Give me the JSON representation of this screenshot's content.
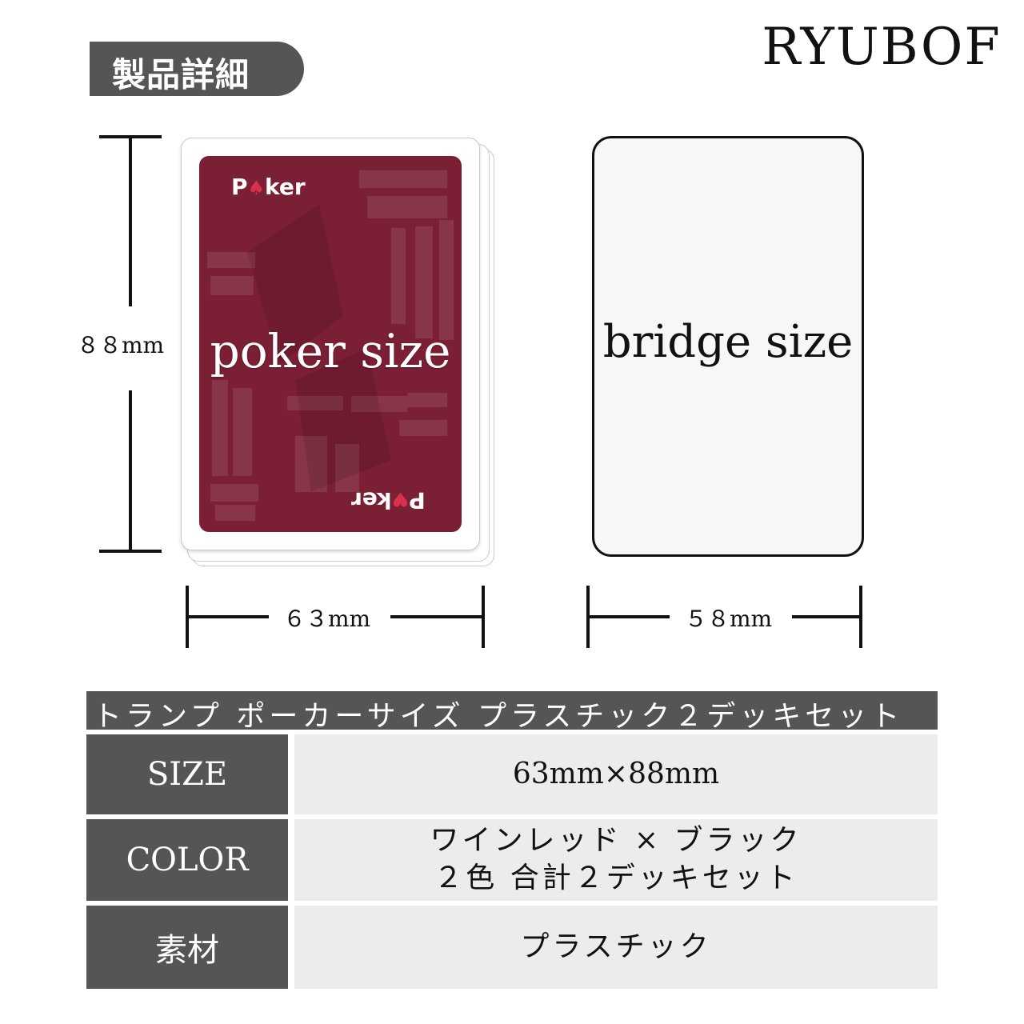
{
  "header": {
    "tab_label": "製品詳細",
    "brand": "RYUBOF"
  },
  "card_poker": {
    "logo_top": "P",
    "logo_top_rest": "ker",
    "logo_bottom": "P",
    "logo_bottom_rest": "ker",
    "size_label": "poker size",
    "height_label": "８８mm",
    "width_label": "６３mm"
  },
  "card_bridge": {
    "size_label": "bridge size",
    "width_label": "５８mm"
  },
  "spec": {
    "title": "トランプ ポーカーサイズ プラスチック２デッキセット",
    "rows": [
      {
        "label": "SIZE",
        "value": "63mm×88mm"
      },
      {
        "label": "COLOR",
        "value_line1": "ワインレッド × ブラック",
        "value_line2": "２色 合計２デッキセット"
      },
      {
        "label": "素材",
        "value": "プラスチック"
      }
    ]
  },
  "colors": {
    "dark_gray": "#555555",
    "wine_red": "#7b1f35",
    "light_gray": "#ececec"
  }
}
